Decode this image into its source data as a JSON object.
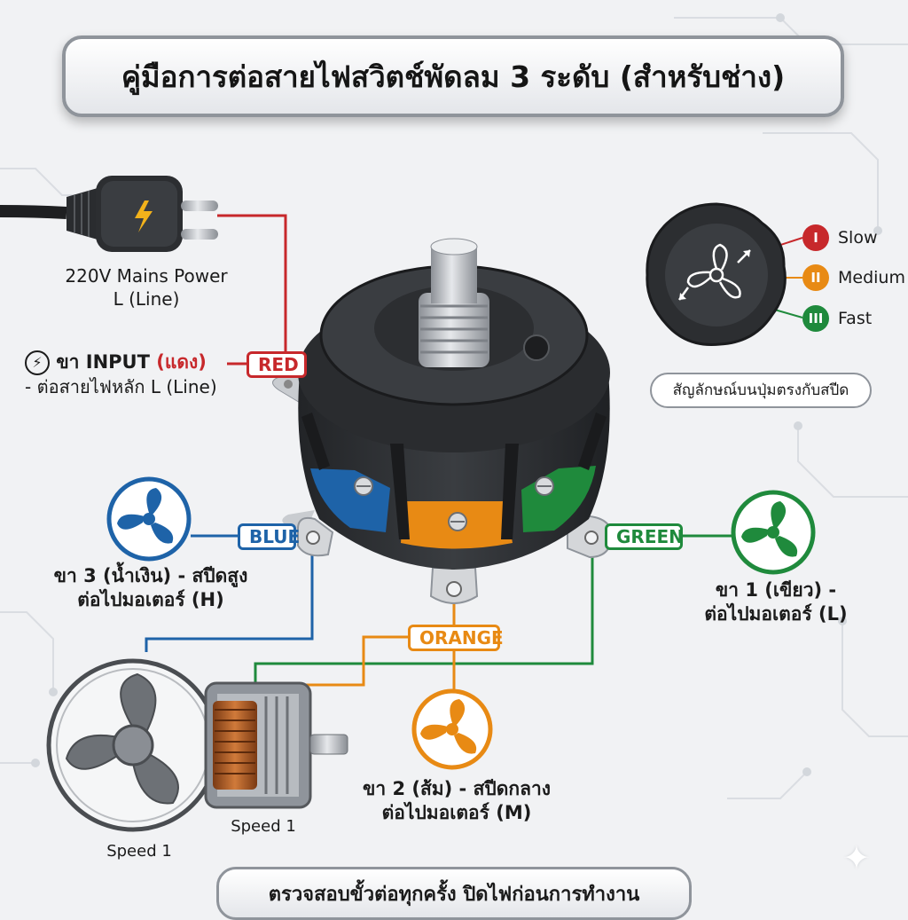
{
  "title": "คู่มือการต่อสายไฟสวิตช์พัดลม 3 ระดับ (สำหรับช่าง)",
  "power": {
    "line1": "220V Mains Power",
    "line2": "L (Line)"
  },
  "terminals": {
    "input": {
      "tag": "RED",
      "label_prefix": "ขา INPUT ",
      "label_color_word": "(แดง)",
      "sub": "- ต่อสายไฟหลัก L (Line)"
    },
    "blue": {
      "tag": "BLUE",
      "line1": "ขา 3 (น้ำเงิน) - สปีดสูง",
      "line2": "ต่อไปมอเตอร์ (H)"
    },
    "green": {
      "tag": "GREEN",
      "line1": "ขา 1 (เขียว) -",
      "line2": "ต่อไปมอเตอร์ (L)"
    },
    "orange": {
      "tag": "ORANGE",
      "line1": "ขา 2 (ส้ม) - สปีดกลาง",
      "line2": "ต่อไปมอเตอร์ (M)"
    }
  },
  "knob": {
    "caption": "สัญลักษณ์บนปุ่มตรงกับสปีด",
    "speeds": [
      {
        "symbol": "I",
        "name": "Slow",
        "color": "#c7282b"
      },
      {
        "symbol": "II",
        "name": "Medium",
        "color": "#e88a14"
      },
      {
        "symbol": "III",
        "name": "Fast",
        "color": "#1f8a3c"
      }
    ]
  },
  "motor": {
    "label_a": "Speed 1",
    "label_b": "Speed 1"
  },
  "footer": "ตรวจสอบขั้วต่อทุกครั้ง ปิดไฟก่อนการทำงาน",
  "colors": {
    "red": "#c7282b",
    "blue": "#1e63a8",
    "green": "#1f8a3c",
    "orange": "#e88a14",
    "switch_body": "#2f3134"
  }
}
